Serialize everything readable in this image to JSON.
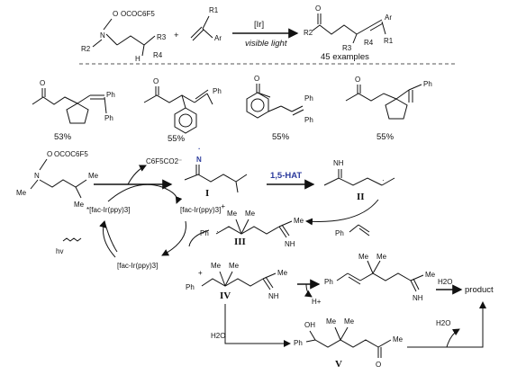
{
  "reaction": {
    "oxime_ester_group": "OCOC6F5",
    "r_groups": {
      "r1": "R1",
      "r2": "R2",
      "r3": "R3",
      "r4": "R4"
    },
    "aryl": "Ar",
    "hydrogen": "H",
    "plus": "+",
    "oxygen": "O",
    "catalyst": "[Ir]",
    "condition": "visible light",
    "scope": "45 examples"
  },
  "examples": [
    {
      "label": "Ph",
      "label2": "Ph",
      "yield": "53%"
    },
    {
      "label": "Ph",
      "label2": "Ph",
      "yield": "55%"
    },
    {
      "label": "Ph",
      "label2": "Ph",
      "yield": "55%"
    },
    {
      "label": "Ph",
      "yield": "55%"
    }
  ],
  "mechanism": {
    "substituents": {
      "methyl": "Me",
      "phenyl": "Ph"
    },
    "oxime_label": "OCOC6F5",
    "byproduct": "C6F5CO2⁻",
    "iminyl_n": "N",
    "imine": "NH",
    "intermediates": {
      "I": "I",
      "II": "II",
      "III": "III",
      "IV": "IV",
      "V": "V"
    },
    "hat_label": "1,5-HAT",
    "ir_excited": "*[fac-Ir(ppy)3]",
    "ir_oxidized": "[fac-Ir(ppy)3]",
    "ir_oxidized_charge": "+",
    "ir_ground": "[fac-Ir(ppy)3]",
    "light": "hv",
    "proton": "H+",
    "water1": "H2O",
    "water2": "H2O",
    "water3": "H2O",
    "hydroxyl": "OH",
    "carbonyl_o": "O",
    "cation": "+",
    "product": "product"
  },
  "colors": {
    "accent": "#2b3a9c",
    "ink": "#111111"
  }
}
